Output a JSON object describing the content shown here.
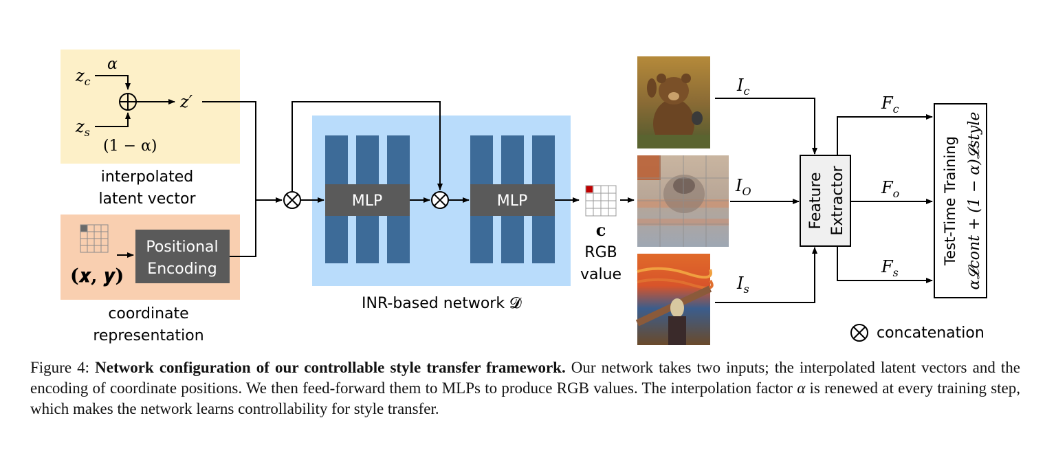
{
  "latent": {
    "z_c": "z",
    "z_c_sub": "c",
    "z_s": "z",
    "z_s_sub": "s",
    "alpha": "α",
    "one_minus_alpha": "(1 − α)",
    "z_prime": "z′",
    "label_line1": "interpolated",
    "label_line2": "latent vector"
  },
  "coord": {
    "xy": "(𝒙, 𝒚)",
    "pe_line1": "Positional",
    "pe_line2": "Encoding",
    "label_line1": "coordinate",
    "label_line2": "representation"
  },
  "network": {
    "mlp1": "MLP",
    "mlp2": "MLP",
    "label": "INR-based network 𝓓"
  },
  "output": {
    "c": "c",
    "rgb_line1": "RGB",
    "rgb_line2": "value"
  },
  "images": {
    "I_c": "I",
    "I_c_sub": "c",
    "I_o": "I",
    "I_o_sub": "O",
    "I_s": "I",
    "I_s_sub": "s"
  },
  "extractor": {
    "line1": "Feature",
    "line2": "Extractor"
  },
  "features": {
    "F_c": "F",
    "F_c_sub": "c",
    "F_o": "F",
    "F_o_sub": "o",
    "F_s": "F",
    "F_s_sub": "s"
  },
  "ttt": {
    "line1": "Test-Time Training",
    "line2": "α𝓛cont + (1 − α)𝓛style"
  },
  "legend": {
    "concat_label": "concatenation"
  },
  "caption": {
    "fig_label": "Figure 4:",
    "title": "Network configuration of our controllable style transfer framework.",
    "body1": " Our network takes two inputs; the interpolated latent vectors and the encoding of coordinate positions. We then feed-forward them to MLPs to produce RGB values. The interpolation factor ",
    "alpha": "α",
    "body2": " is renewed at every training step, which makes the network learns controllability for style transfer."
  },
  "colors": {
    "latent_bg": "#fdf0c8",
    "coord_bg": "#f9cfb0",
    "network_bg": "#b9dcfb",
    "mlp_bar": "#3d6b98",
    "mlp_box": "#5a5a5a",
    "pe_box": "#5a5a5a",
    "extractor_bg": "#f0f0f0",
    "pixel_highlight": "#c00000"
  }
}
